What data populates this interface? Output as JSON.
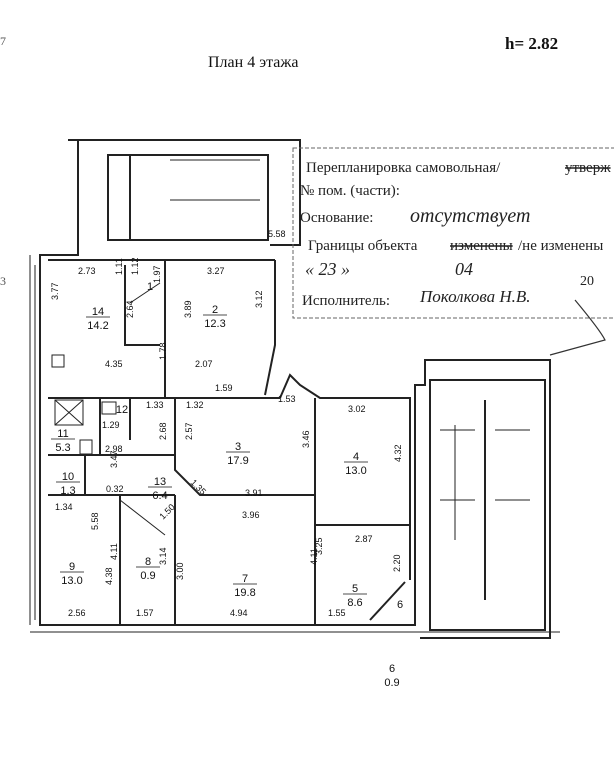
{
  "header": {
    "title": "План 4 этажа",
    "height": "h= 2.82",
    "edge_mark_top": "7",
    "edge_mark_left": "3"
  },
  "stamp": {
    "line1": "Перепланировка  самовольная/",
    "line1_struck": "утверж",
    "line2": "№ пом. (части):",
    "line3_label": "Основание:",
    "line3_hand": "отсутствует",
    "line4_a": "Границы объекта",
    "line4_struck": "изменены",
    "line4_b": "/не изменены",
    "line5_day": "« 23 »",
    "line5_month": "04",
    "line5_year": "20",
    "line6_label": "Исполнитель:",
    "line6_hand": "Поколкова Н.В."
  },
  "rooms": [
    {
      "num": "14",
      "area": "14.2"
    },
    {
      "num": "1",
      "area": ""
    },
    {
      "num": "2",
      "area": "12.3"
    },
    {
      "num": "3",
      "area": "17.9"
    },
    {
      "num": "4",
      "area": "13.0"
    },
    {
      "num": "5",
      "area": "8.6"
    },
    {
      "num": "6",
      "area": ""
    },
    {
      "num": "7",
      "area": "19.8"
    },
    {
      "num": "8",
      "area": "0.9"
    },
    {
      "num": "9",
      "area": "13.0"
    },
    {
      "num": "10",
      "area": "1.3"
    },
    {
      "num": "11",
      "area": "5.3"
    },
    {
      "num": "12",
      "area": ""
    },
    {
      "num": "13",
      "area": "6.4"
    }
  ],
  "dims": {
    "d558": "5.58",
    "d273": "2.73",
    "d111": "1.11",
    "d112": "1.12",
    "d197": "1.97",
    "d327": "3.27",
    "d377": "3.77",
    "d264": "2.64",
    "d389": "3.89",
    "d312": "3.12",
    "d178": "1.78",
    "d435": "4.35",
    "d207": "2.07",
    "d159": "1.59",
    "d153": "1.53",
    "d133": "1.33",
    "d132": "1.32",
    "d302": "3.02",
    "d129": "1.29",
    "d268": "2.68",
    "d257": "2.57",
    "d346": "3.46",
    "d432": "4.32",
    "d298": "2.98",
    "d347": "3.47",
    "d135": "1.35",
    "d391": "3.91",
    "d032": "0.32",
    "d134": "1.34",
    "d150": "1.50",
    "d396": "3.96",
    "d287": "2.87",
    "d325": "3.25",
    "d220": "2.20",
    "d558b": "5.58",
    "d411": "4.11",
    "d314": "3.14",
    "d300": "3.00",
    "d411b": "4.11",
    "d438": "4.38",
    "d256": "2.56",
    "d157": "1.57",
    "d494": "4.94",
    "d155": "1.55"
  },
  "below": {
    "num": "6",
    "area": "0.9"
  }
}
